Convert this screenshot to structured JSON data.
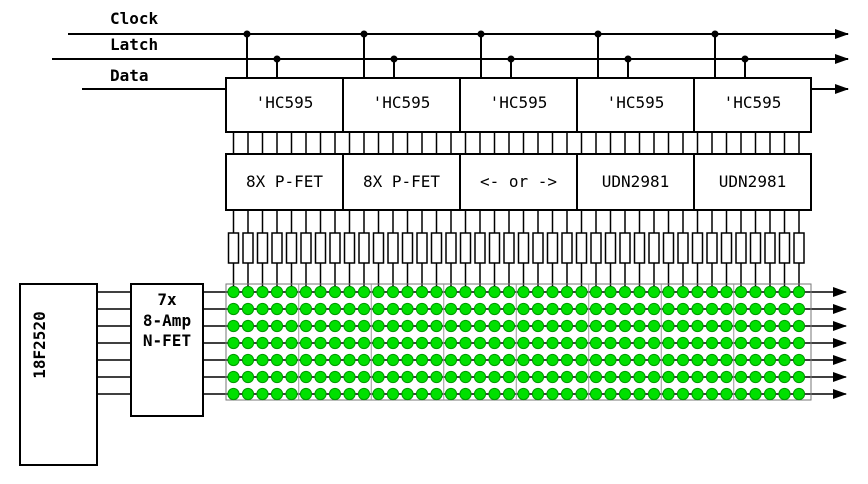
{
  "signals": {
    "clock": "Clock",
    "latch": "Latch",
    "data": "Data"
  },
  "shift_registers": [
    "'HC595",
    "'HC595",
    "'HC595",
    "'HC595",
    "'HC595"
  ],
  "drivers": [
    "8X P-FET",
    "8X P-FET",
    "<- or ->",
    "UDN2981",
    "UDN2981"
  ],
  "row_driver": {
    "line1": "7x",
    "line2": "8-Amp",
    "line3": "N-FET"
  },
  "mcu": {
    "label": "18F2520"
  },
  "led_matrix": {
    "rows": 7,
    "columns": 40,
    "led_color": "#00e000",
    "led_outline": "#009900"
  },
  "colors": {
    "line": "#000000",
    "background": "#ffffff"
  }
}
